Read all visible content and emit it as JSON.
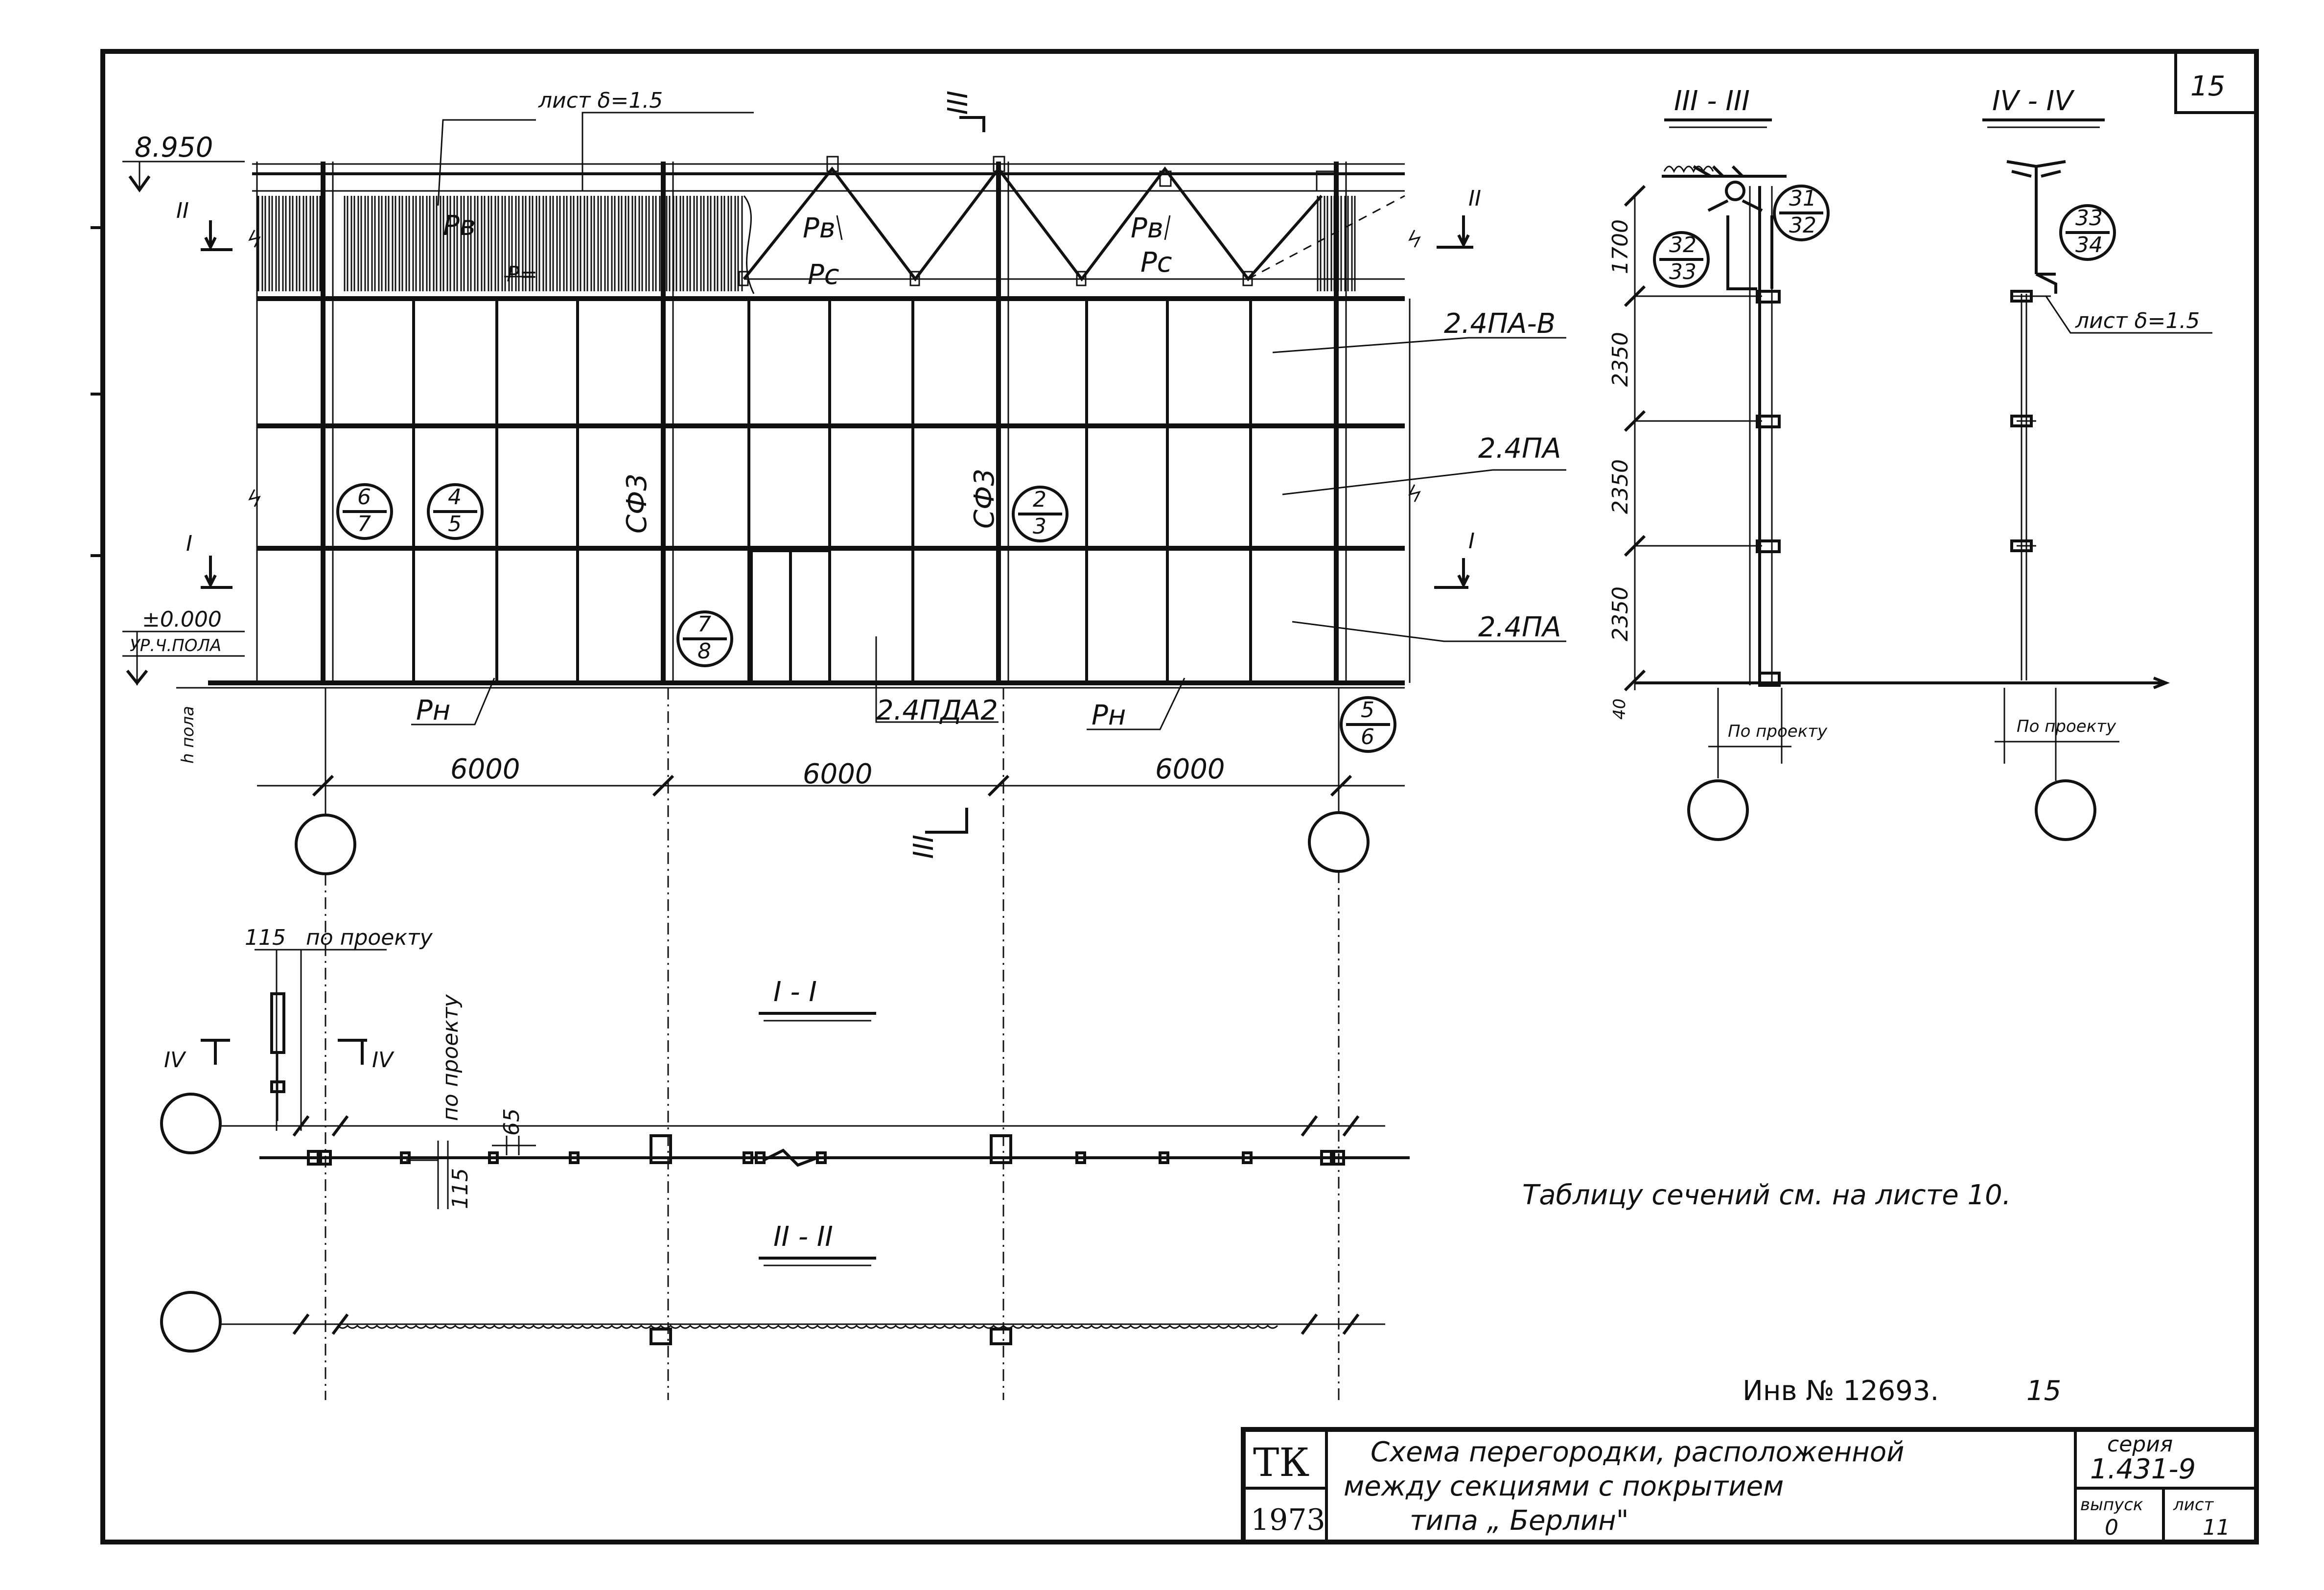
{
  "sheet": {
    "sheet_number": "15",
    "inventory_number": "Инв № 12693.",
    "inventory_suffix": "15",
    "note": "Таблицу сечений см. на листе 10."
  },
  "elevation": {
    "level_top": "8.950",
    "level_zero": "±0.000",
    "level_zero_caption": "УР.Ч.ПОЛА",
    "floor_height_label": "h пола",
    "roof_sheet_label": "лист δ=1.5",
    "section_mark_left_top": "II",
    "section_mark_right_top": "II",
    "section_mark_left_bottom": "I",
    "section_mark_right_bottom": "I",
    "section_mark_top_center": "III",
    "section_mark_bottom_center": "III",
    "pv_left": "Рв",
    "pv_mid": "Рв",
    "pv_right": "Рв",
    "pr_left": "Р=",
    "pc_mid": "Рс",
    "pc_right": "Рс",
    "pn_left": "Рн",
    "pn_right": "Рн",
    "panel_top": "2.4ПА-В",
    "panel_mid": "2.4ПА",
    "panel_bot": "2.4ПА",
    "door_label": "2.4ПДА2",
    "column_left_label": "СФ3",
    "column_right_label": "СФ3",
    "node_6_7_top": "6",
    "node_6_7_bot": "7",
    "node_4_5_top": "4",
    "node_4_5_bot": "5",
    "node_2_3_top": "2",
    "node_2_3_bot": "3",
    "node_7_8_top": "7",
    "node_7_8_bot": "8",
    "node_5_6_top": "5",
    "node_5_6_bot": "6",
    "dim_span_1": "6000",
    "dim_span_2": "6000",
    "dim_span_3": "6000"
  },
  "section_iii": {
    "title": "III - III",
    "dim_1": "1700",
    "dim_2": "2350",
    "dim_3": "2350",
    "dim_4": "2350",
    "dim_base": "40",
    "node_31_32_top": "31",
    "node_31_32_bot": "32",
    "node_32_33_top": "32",
    "node_32_33_bot": "33",
    "by_project": "По проекту"
  },
  "section_iv": {
    "title": "IV - IV",
    "node_33_34_top": "33",
    "node_33_34_bot": "34",
    "sheet_label": "лист δ=1.5",
    "by_project": "По проекту"
  },
  "plan_i": {
    "title": "I - I",
    "dim_115_top": "115",
    "by_project_top": "по проекту",
    "by_project_vert": "по проекту",
    "dim_115_bottom": "115",
    "dim_65": "65",
    "section_mark_left": "IV",
    "section_mark_right": "IV"
  },
  "plan_ii": {
    "title": "II - II"
  },
  "title_block": {
    "org": "ТК",
    "year": "1973",
    "description_line1": "Схема перегородки, расположенной",
    "description_line2": "между секциями с покрытием",
    "description_line3": "типа „ Берлин\"",
    "series_label": "серия",
    "series_value": "1.431-9",
    "issue_label": "выпуск",
    "issue_value": "0",
    "sheet_label": "лист",
    "sheet_value": "11"
  }
}
